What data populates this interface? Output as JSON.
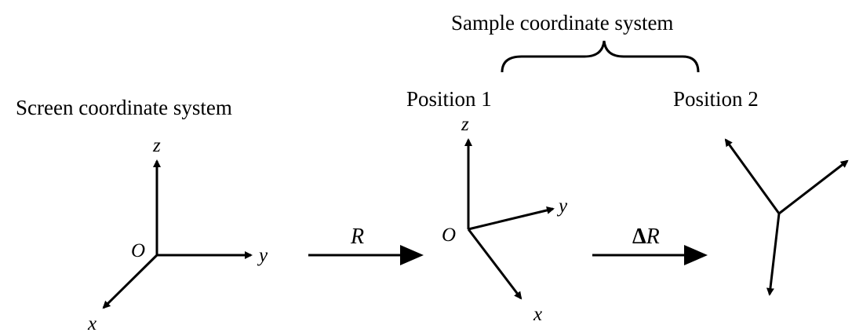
{
  "labels": {
    "sample_system": "Sample coordinate system",
    "screen_system": "Screen coordinate system",
    "position_1": "Position 1",
    "position_2": "Position 2"
  },
  "screen_axes": {
    "origin": "O",
    "x": "x",
    "y": "y",
    "z": "z"
  },
  "position1_axes": {
    "origin": "O",
    "x": "x",
    "y": "y",
    "z": "z"
  },
  "transforms": {
    "rotation": "R",
    "delta_symbol": "Δ",
    "delta_rotation": "R"
  }
}
